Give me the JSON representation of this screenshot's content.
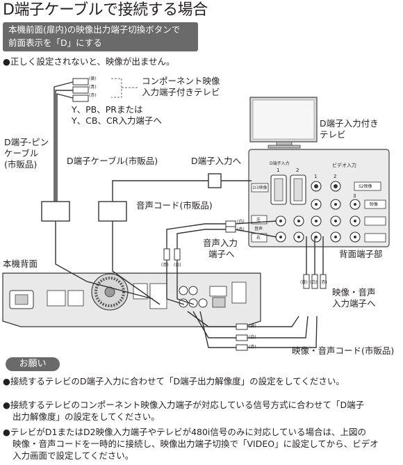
{
  "title": "D端子ケーブルで接続する場合",
  "notice_box": {
    "line1": "本機前面(扉内)の映像出力端子切換ボタンで",
    "line2": "前面表示を「D」にする"
  },
  "warning": "●正しく設定されないと、映像が出ません。",
  "diagram": {
    "component_tv": {
      "line1": "コンポーネント映像",
      "line2": "入力端子付きテレビ"
    },
    "plug_tags_top": [
      "(黄)",
      "(青)",
      "(赤)"
    ],
    "ypbpr": {
      "line1": "Y、PB、PRまたは",
      "line2": "Y、CB、CR入力端子へ"
    },
    "d_tv": {
      "line1": "D端子入力付き",
      "line2": "テレビ"
    },
    "d_pin_cable": {
      "line1": "D端子-ピン",
      "line2": "ケーブル",
      "line3": "(市販品)"
    },
    "d_cable": "D端子ケーブル(市販品)",
    "d_input_to": "D端子入力へ",
    "audio_cord": "音声コード(市販品)",
    "audio_tags": [
      "(白)",
      "(赤)"
    ],
    "audio_input": {
      "line1": "音声入力",
      "line2": "端子へ"
    },
    "rear_panel_label": "背面端子部",
    "unit_rear": "本機背面",
    "plug_tags_red_white": [
      "(赤)",
      "(白)"
    ],
    "av_tags_vertical": [
      "(黄)",
      "(白)",
      "(赤)"
    ],
    "av_input": {
      "line1": "映像・音声",
      "line2": "入力端子へ"
    },
    "av_tags_bottom": [
      "(黄)",
      "(白)",
      "(赤)"
    ],
    "av_cord": "映像・音声コード(市販品)",
    "tv_panel": {
      "d_input": "D端子入力",
      "d_nums": [
        "1",
        "2"
      ],
      "d3": "D3映像",
      "video_in": "ビデオ入力",
      "v_nums": [
        "1",
        "2",
        "3"
      ],
      "s2": "S2映像",
      "eizo": "映像",
      "left": "左",
      "onsei": "音声",
      "right": "右"
    }
  },
  "onegai": "お願い",
  "notes": [
    "●接続するテレビのD端子入力に合わせて「D端子出力解像度」の設定をしてください。",
    "●接続するテレビのコンポーネント映像入力端子が対応している信号方式に合わせて「D端子",
    "出力解像度」の設定をしてください。",
    "●テレビがD1またはD2映像入力端子やテレビが480i信号のみに対応している場合は、上図の",
    "映像・音声コードを一時的に接続し、映像出力端子切換で「VIDEO」に設定してから、ビデオ",
    "入力画面で設定してください。"
  ]
}
